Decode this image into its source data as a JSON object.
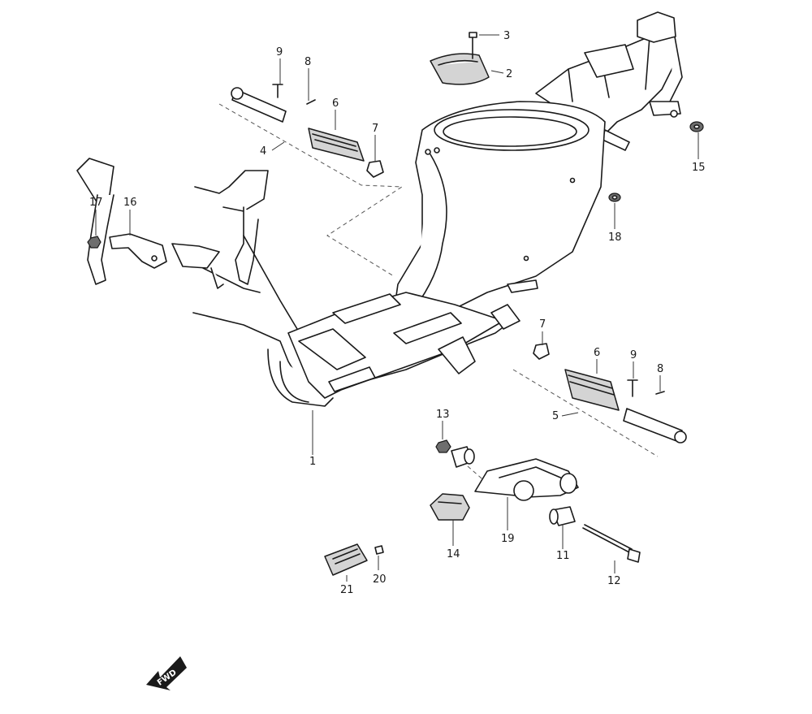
{
  "diagram": {
    "callouts": [
      "1",
      "2",
      "3",
      "4",
      "5",
      "6",
      "6",
      "7",
      "7",
      "8",
      "8",
      "9",
      "9",
      "11",
      "12",
      "13",
      "14",
      "15",
      "16",
      "17",
      "18",
      "19",
      "20",
      "21"
    ],
    "direction_arrow_label": "FWD"
  }
}
